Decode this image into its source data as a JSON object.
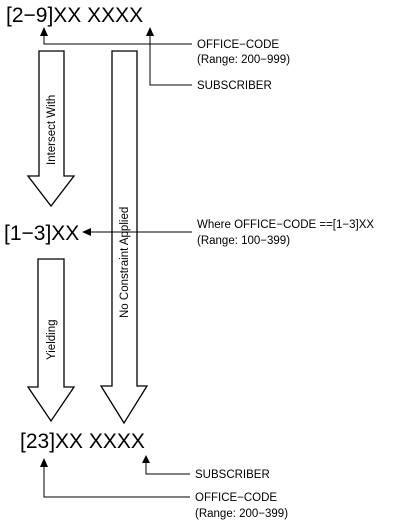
{
  "patterns": {
    "top": "[2−9]XX XXXX",
    "middle": "[1−3]XX",
    "bottom": "[23]XX XXXX"
  },
  "arrows": {
    "intersect": "Intersect With",
    "no_constraint": "No Constraint Applied",
    "yielding": "Yielding"
  },
  "callouts": {
    "top_office_code": "OFFICE−CODE",
    "top_office_range": "(Range: 200−999)",
    "top_subscriber": "SUBSCRIBER",
    "middle_where": "Where OFFICE−CODE ==[1−3]XX",
    "middle_range": "(Range: 100−399)",
    "bottom_subscriber": "SUBSCRIBER",
    "bottom_office_code": "OFFICE−CODE",
    "bottom_office_range": "(Range: 200−399)"
  }
}
